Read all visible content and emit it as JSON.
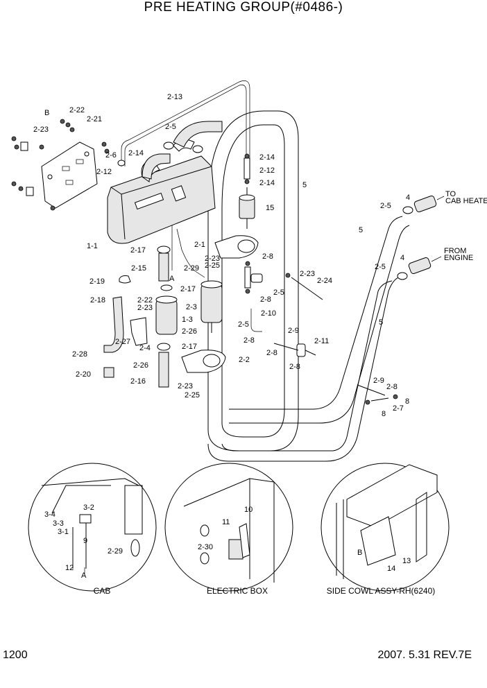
{
  "title": "PRE HEATING GROUP(#0486-)",
  "footer": {
    "page": "1200",
    "revision": "2007. 5.31  REV.7E"
  },
  "callouts": {
    "to_cab_heater": "TO\nCAB HEATER",
    "from_engine": "FROM\nENGINE"
  },
  "labels": [
    "2-13",
    "B",
    "2-22",
    "2-21",
    "2-23",
    "2-5",
    "2-6",
    "2-14",
    "2-12",
    "2-14",
    "2-12",
    "2-14",
    "5",
    "15",
    "1-1",
    "4",
    "2-5",
    "5",
    "2-1",
    "2-23",
    "2-25",
    "2-8",
    "2-17",
    "2-15",
    "2-29",
    "A",
    "2-19",
    "2-17",
    "2-18",
    "2-22",
    "2-23",
    "2-3",
    "1-3",
    "2-26",
    "2-27",
    "2-4",
    "2-17",
    "2-28",
    "2-26",
    "2-20",
    "2-16",
    "2-23",
    "2-25",
    "2-2",
    "2-5",
    "2-10",
    "2-9",
    "2-8",
    "2-8",
    "2-11",
    "2-8",
    "2-23",
    "2-24",
    "2-5",
    "2-8",
    "4",
    "2-5",
    "5",
    "2-9",
    "2-8",
    "8",
    "2-7",
    "8"
  ],
  "details": {
    "cab": {
      "caption": "CAB",
      "labels": [
        "3-4",
        "3-2",
        "3-3",
        "3-1",
        "9",
        "2-29",
        "12",
        "A"
      ]
    },
    "electric_box": {
      "caption": "ELECTRIC BOX",
      "labels": [
        "10",
        "11",
        "2-30"
      ]
    },
    "side_cowl": {
      "caption": "SIDE COWL ASSY-RH(6240)",
      "labels": [
        "B",
        "13",
        "14"
      ]
    }
  }
}
